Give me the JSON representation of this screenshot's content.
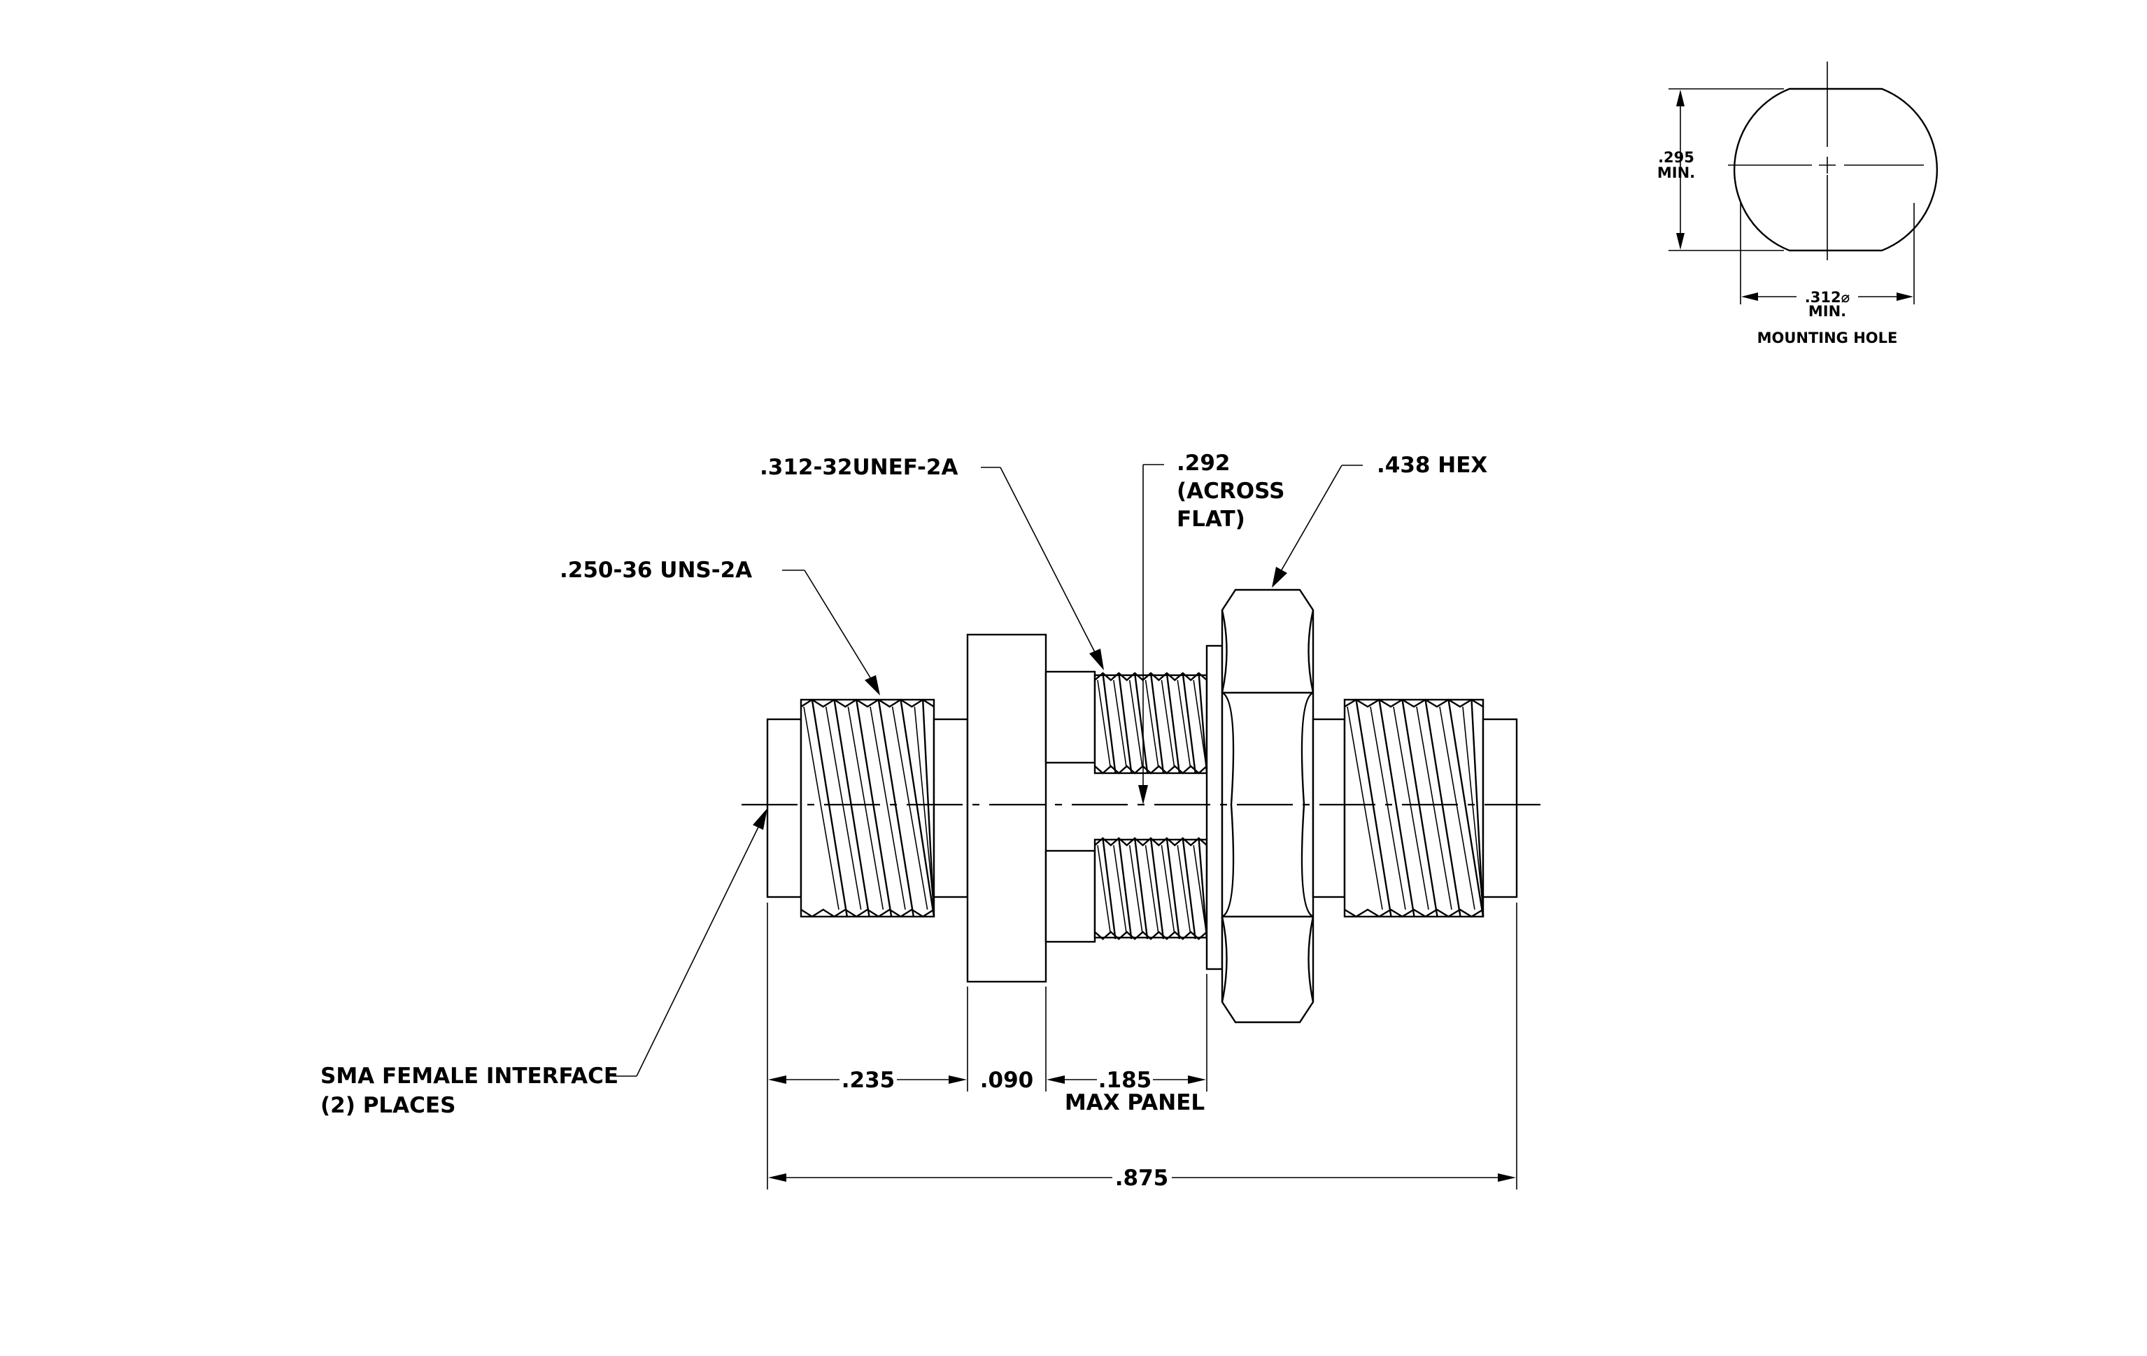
{
  "labels": {
    "thread_250": ".250-36 UNS-2A",
    "thread_312": ".312-32UNEF-2A",
    "across_flat_1": ".292",
    "across_flat_2": "(ACROSS",
    "across_flat_3": "FLAT)",
    "hex": ".438 HEX",
    "sma_1": "SMA FEMALE INTERFACE",
    "sma_2": "(2)  PLACES",
    "dim_235": ".235",
    "dim_090": ".090",
    "dim_185": ".185",
    "max_panel": "MAX PANEL",
    "dim_875": ".875",
    "hole_295": ".295",
    "hole_min_left": "MIN.",
    "hole_312": ".312⌀",
    "hole_min_bottom": "MIN.",
    "mounting_hole": "MOUNTING HOLE"
  }
}
